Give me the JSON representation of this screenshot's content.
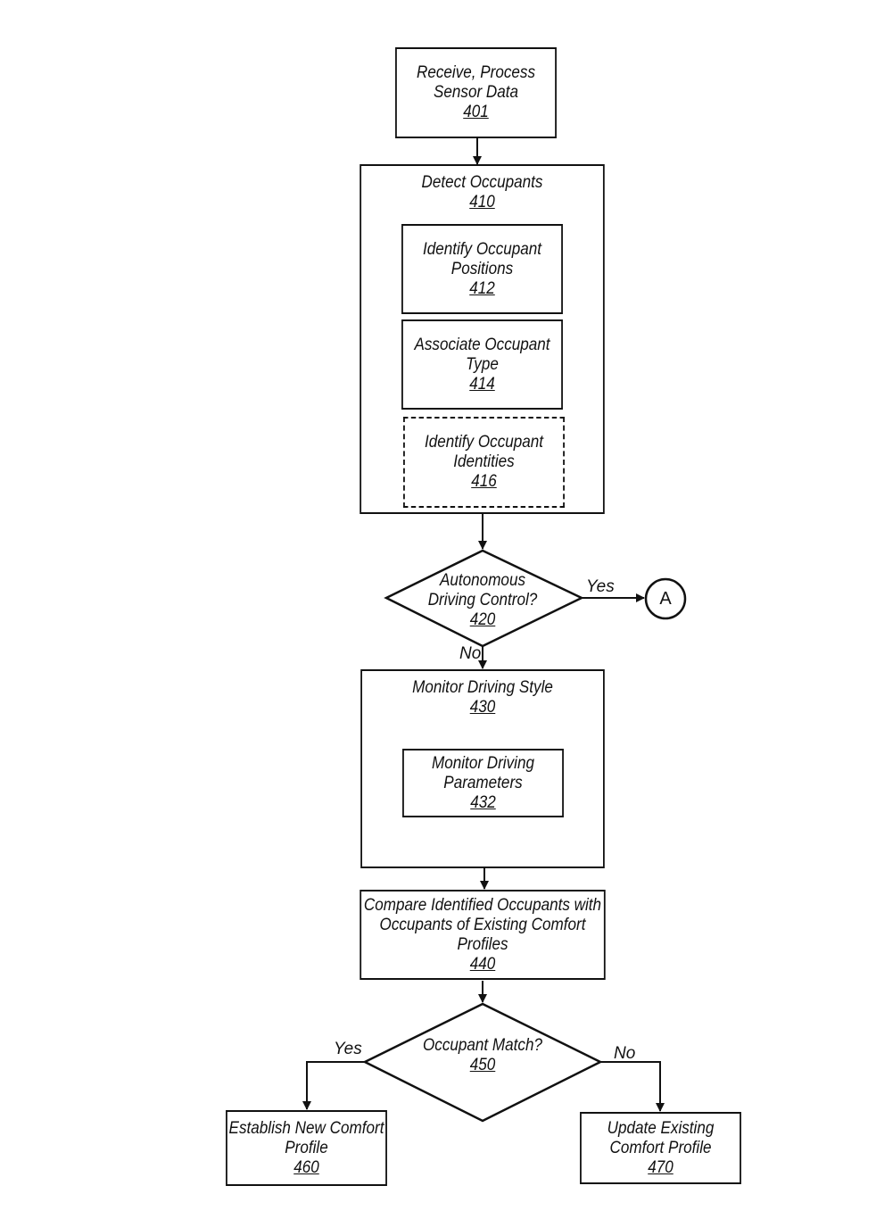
{
  "nodes": {
    "n401": {
      "label": "Receive, Process Sensor Data",
      "ref": "401"
    },
    "n410": {
      "label": "Detect Occupants",
      "ref": "410"
    },
    "n412": {
      "label": "Identify Occupant Positions",
      "ref": "412"
    },
    "n414": {
      "label": "Associate Occupant Type",
      "ref": "414"
    },
    "n416": {
      "label": "Identify Occupant Identities",
      "ref": "416"
    },
    "n420": {
      "label": "Autonomous Driving Control?",
      "ref": "420"
    },
    "n430": {
      "label": "Monitor Driving Style",
      "ref": "430"
    },
    "n432": {
      "label": "Monitor Driving Parameters",
      "ref": "432"
    },
    "n440": {
      "label": "Compare Identified Occupants with Occupants of Existing Comfort Profiles",
      "ref": "440"
    },
    "n450": {
      "label": "Occupant Match?",
      "ref": "450"
    },
    "n460": {
      "label": "Establish New Comfort Profile",
      "ref": "460"
    },
    "n470": {
      "label": "Update Existing Comfort Profile",
      "ref": "470"
    }
  },
  "edges": {
    "e420_yes": "Yes",
    "e420_no": "No",
    "e450_yes": "Yes",
    "e450_no": "No"
  },
  "connector": {
    "label": "A"
  },
  "colors": {
    "stroke": "#111111",
    "background": "#ffffff"
  }
}
